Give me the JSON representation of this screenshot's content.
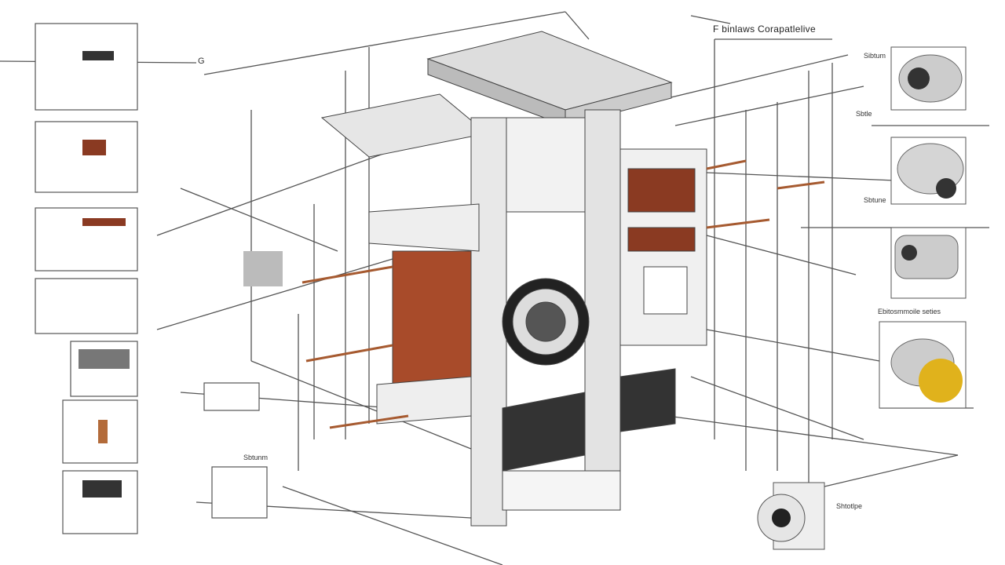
{
  "title": "F binlaws Corapatlelive",
  "labels": {
    "top_right_a": "Sibtum",
    "top_right_b": "Sbtle",
    "mid_right": "Sbtune",
    "right_callout": "Ebitosmmoile seties",
    "bottom_right": "Shtotlpe",
    "left_note": "Sbtunm",
    "top_marker": "G"
  },
  "colors": {
    "line": "#555555",
    "accent": "#8a3a22",
    "gold": "#e0b21c",
    "concrete": "#e6e6e6"
  }
}
